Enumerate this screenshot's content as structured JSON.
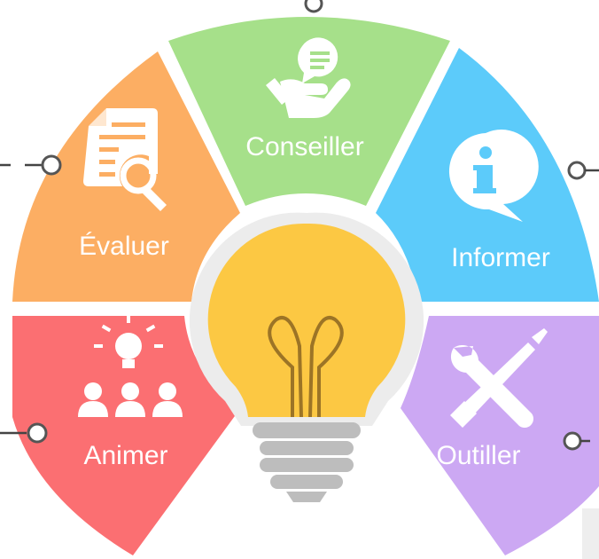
{
  "segments": [
    {
      "id": "conseiller",
      "label": "Conseiller",
      "color": "#a6e08a",
      "icon": "hand-chat-icon"
    },
    {
      "id": "informer",
      "label": "Informer",
      "color": "#5ccbfa",
      "icon": "info-bubble-icon"
    },
    {
      "id": "outiller",
      "label": "Outiller",
      "color": "#cca8f3",
      "icon": "tools-icon"
    },
    {
      "id": "animer",
      "label": "Animer",
      "color": "#fb6f72",
      "icon": "idea-team-icon"
    },
    {
      "id": "evaluer",
      "label": "Évaluer",
      "color": "#fcae63",
      "icon": "document-search-icon"
    }
  ],
  "center_icon": "light-bulb-icon",
  "colors": {
    "bulb_glass": "#fcc843",
    "bulb_base": "#bdbdbd",
    "bulb_outline": "#ececec",
    "filament": "#9c7426"
  }
}
